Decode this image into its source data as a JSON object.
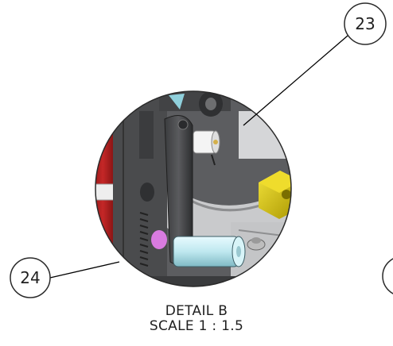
{
  "detail": {
    "title": "DETAIL B",
    "scale": "SCALE 1 : 1.5"
  },
  "callouts": [
    {
      "label": "23"
    },
    {
      "label": "24"
    }
  ],
  "colors": {
    "frame": "#4a4b4d",
    "frame_dark": "#2e2f31",
    "red_panel": "#b01f1f",
    "yellow_block": "#d9c60c",
    "cyan_pin": "#bfe8ef",
    "magenta_bushing": "#d97be0",
    "grey_plate": "#c9cacc",
    "white": "#f4f4f4"
  }
}
